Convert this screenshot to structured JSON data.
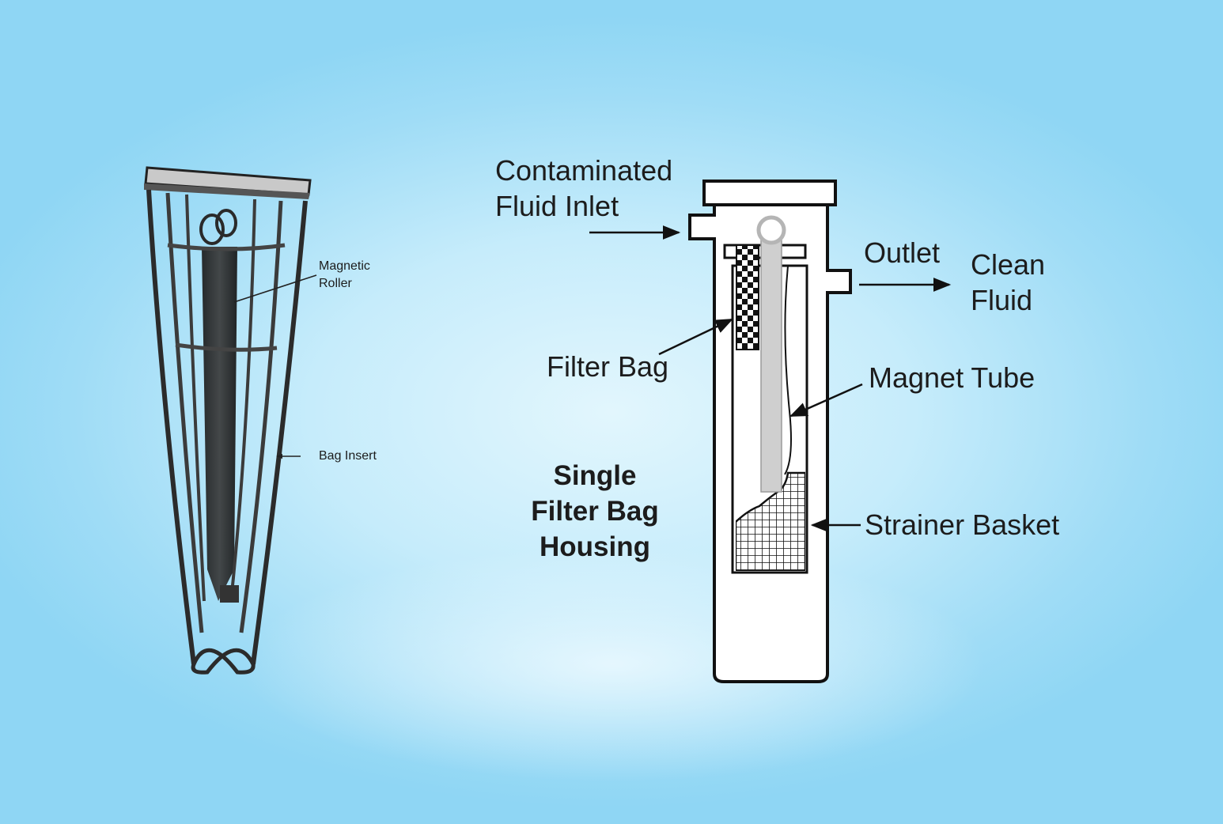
{
  "left_photo": {
    "labels": {
      "magnetic_roller_line1": "Magnetic",
      "magnetic_roller_line2": "Roller",
      "bag_insert": "Bag Insert"
    }
  },
  "schematic": {
    "labels": {
      "inlet_line1": "Contaminated",
      "inlet_line2": "Fluid Inlet",
      "outlet": "Outlet",
      "clean_line1": "Clean",
      "clean_line2": "Fluid",
      "filter_bag": "Filter Bag",
      "magnet_tube": "Magnet Tube",
      "strainer_basket": "Strainer Basket"
    },
    "title_lines": [
      "Single",
      "Filter Bag",
      "Housing"
    ]
  },
  "colors": {
    "background": "#9fdcf6",
    "frame": "#3a3a3a",
    "magnet_tube": "#cfcfcf",
    "ink": "#1c1c1c"
  }
}
